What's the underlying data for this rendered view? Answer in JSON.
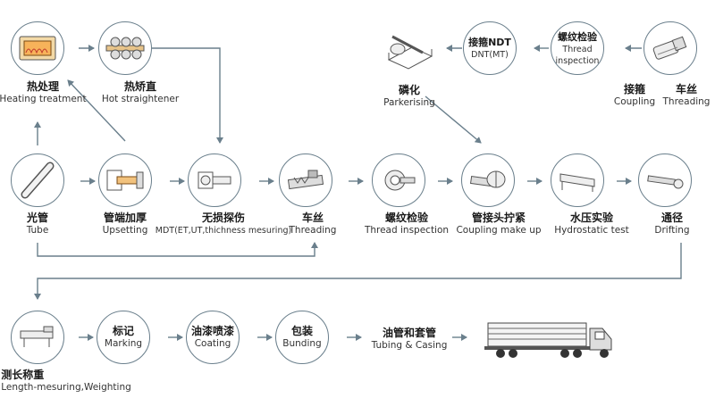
{
  "steps": {
    "heating": {
      "cn": "热处理",
      "en": "Heating treatment"
    },
    "straightener": {
      "cn": "热矫直",
      "en": "Hot straightener"
    },
    "parkerising": {
      "cn": "磷化",
      "en": "Parkerising"
    },
    "ndt_coupling": {
      "cn": "接箍NDT",
      "en": "DNT(MT)"
    },
    "thread_insp_top": {
      "cn": "螺纹检验",
      "en": "Thread inspection"
    },
    "coupling": {
      "cn": "接箍",
      "en": "Coupling"
    },
    "threading_top": {
      "cn": "车丝",
      "en": "Threading"
    },
    "tube": {
      "cn": "光管",
      "en": "Tube"
    },
    "upsetting": {
      "cn": "管端加厚",
      "en": "Upsetting"
    },
    "ndt": {
      "cn": "无损探伤",
      "en": "MDT(ET,UT,thichness mesuring)"
    },
    "threading": {
      "cn": "车丝",
      "en": "Threading"
    },
    "thread_insp": {
      "cn": "螺纹检验",
      "en": "Thread inspection"
    },
    "coupling_makeup": {
      "cn": "管接头拧紧",
      "en": "Coupling make up"
    },
    "hydrostatic": {
      "cn": "水压实验",
      "en": "Hydrostatic test"
    },
    "drifting": {
      "cn": "通径",
      "en": "Drifting"
    },
    "length": {
      "cn": "测长称重",
      "en": "Length-mesuring,Weighting"
    },
    "marking": {
      "cn": "标记",
      "en": "Marking"
    },
    "coating": {
      "cn": "油漆喷漆",
      "en": "Coating"
    },
    "bunding": {
      "cn": "包装",
      "en": "Bunding"
    },
    "final": {
      "cn": "油管和套管",
      "en": "Tubing & Casing"
    }
  },
  "colors": {
    "line": "#6a7f8c",
    "node_border": "#6a7f8c"
  },
  "icons": {
    "heating": "furnace-icon",
    "straightener": "rollers-icon",
    "parkerising": "dip-tank-icon",
    "thread_insp_top": "thread-gauge-icon",
    "coupling": "coupling-icon",
    "tube": "tube-icon",
    "upsetting": "upset-die-icon",
    "ndt": "ndt-probe-icon",
    "threading": "lathe-icon",
    "thread_insp": "thread-gauge-icon",
    "coupling_makeup": "tong-icon",
    "hydrostatic": "pressure-bench-icon",
    "drifting": "drift-mandrel-icon",
    "length": "scale-icon",
    "truck": "truck-icon"
  }
}
